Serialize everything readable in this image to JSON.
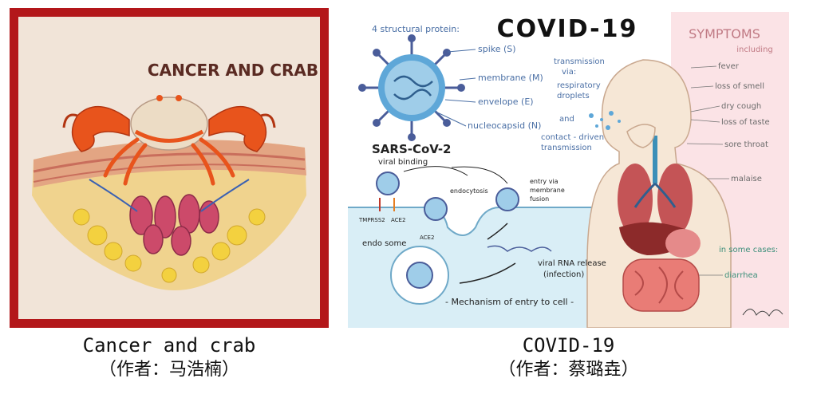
{
  "left": {
    "art_title": "CANCER AND CRAB",
    "caption": "Cancer and crab",
    "author": "（作者：马浩楠）",
    "colors": {
      "frame": "#b3171a",
      "bg": "#f1e4d8",
      "title": "#5a2a22",
      "crab": "#e8541c"
    }
  },
  "right": {
    "art_title": "COVID-19",
    "caption": "COVID-19",
    "author": "（作者：蔡璐垚）",
    "structural": "4 structural protein:",
    "proteins": [
      "spike (S)",
      "membrane (M)",
      "envelope (E)",
      "nucleocapsid (N)"
    ],
    "virus_name": "SARS-CoV-2",
    "transmission": [
      "transmission",
      "via:",
      "respiratory",
      "droplets",
      "and",
      "contact - driven",
      "transmission"
    ],
    "entry_labels": {
      "viral_binding": "viral binding",
      "endocytosis": "endocytosis",
      "entry_via": [
        "entry via",
        "membrane",
        "fusion"
      ],
      "tmprss2": "TMPRSS2",
      "ace2_a": "ACE2",
      "ace2_b": "ACE2",
      "endosome": "endo some",
      "rna_release": [
        "viral RNA release",
        "(infection)"
      ],
      "mechanism": "- Mechanism of entry to cell -"
    },
    "symptoms_title": "SYMPTOMS",
    "symptoms_sub": "including",
    "symptoms": [
      "fever",
      "loss of smell",
      "dry cough",
      "loss of taste",
      "sore throat",
      "malaise"
    ],
    "some_cases": "in some cases:",
    "some_cases_items": [
      "diarrhea"
    ],
    "colors": {
      "virus": "#5ea7d8",
      "spike": "#4a5d9a",
      "cell": "#d9eef6",
      "symptoms_bg": "#fbe3e6",
      "text": "#4a6fa5"
    }
  }
}
